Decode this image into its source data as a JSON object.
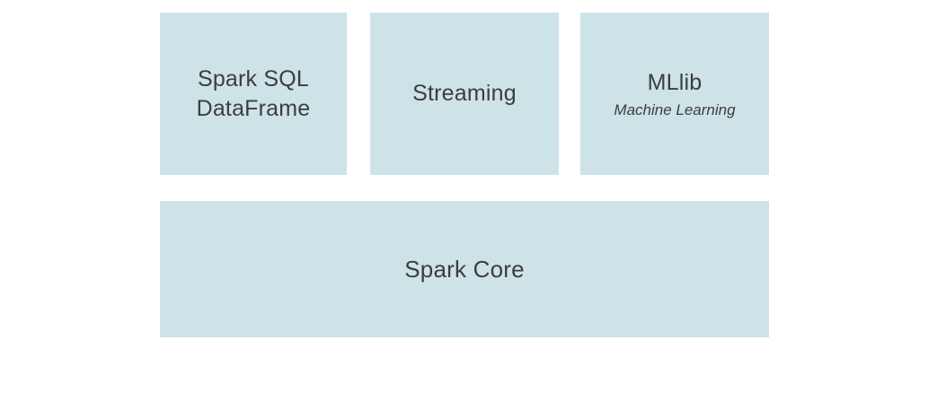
{
  "colors": {
    "background": "#ffffff",
    "box_fill": "#cde3e8",
    "text": "#3d3d3d"
  },
  "diagram": {
    "components": [
      {
        "title_line1": "Spark SQL",
        "title_line2": "DataFrame"
      },
      {
        "title": "Streaming"
      },
      {
        "title": "MLlib",
        "subtitle": "Machine Learning"
      }
    ],
    "core": {
      "title": "Spark Core"
    }
  }
}
